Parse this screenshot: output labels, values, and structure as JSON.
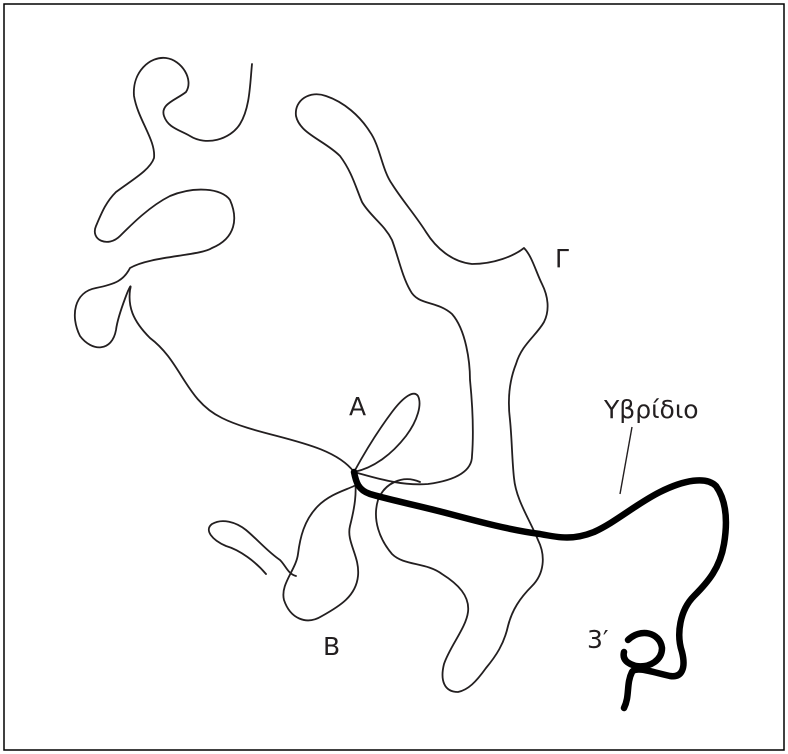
{
  "labels": {
    "a": "Α",
    "b": "Β",
    "g": "Γ",
    "hybrid": "Υβρίδιο",
    "three_prime": "3′"
  },
  "colors": {
    "line": "#231f20",
    "hybrid_strand": "#000000",
    "frame": "#000000",
    "background": "#ffffff"
  }
}
